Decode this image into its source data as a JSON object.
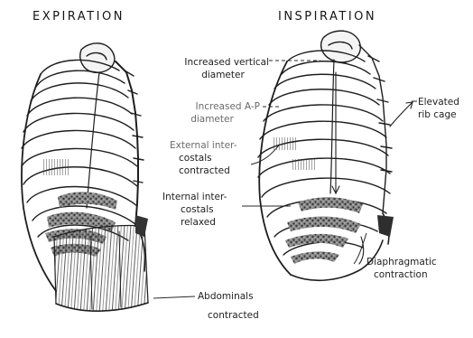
{
  "headings": {
    "left": "EXPIRATION",
    "right": "INSPIRATION"
  },
  "labels": {
    "vertical_1": "Increased vertical",
    "vertical_2": "diameter",
    "ap_1": "Increased A-P",
    "ap_2": "diameter",
    "external_1": "External inter-",
    "external_2": "costals",
    "external_3": "contracted",
    "internal_1": "Internal inter-",
    "internal_2": "costals",
    "internal_3": "relaxed",
    "elevated_1": "Elevated",
    "elevated_2": "rib cage",
    "diaphragm_1": "Diaphragmatic",
    "diaphragm_2": "contraction",
    "abdominals_1": "Abdominals",
    "abdominals_2": "contracted"
  }
}
